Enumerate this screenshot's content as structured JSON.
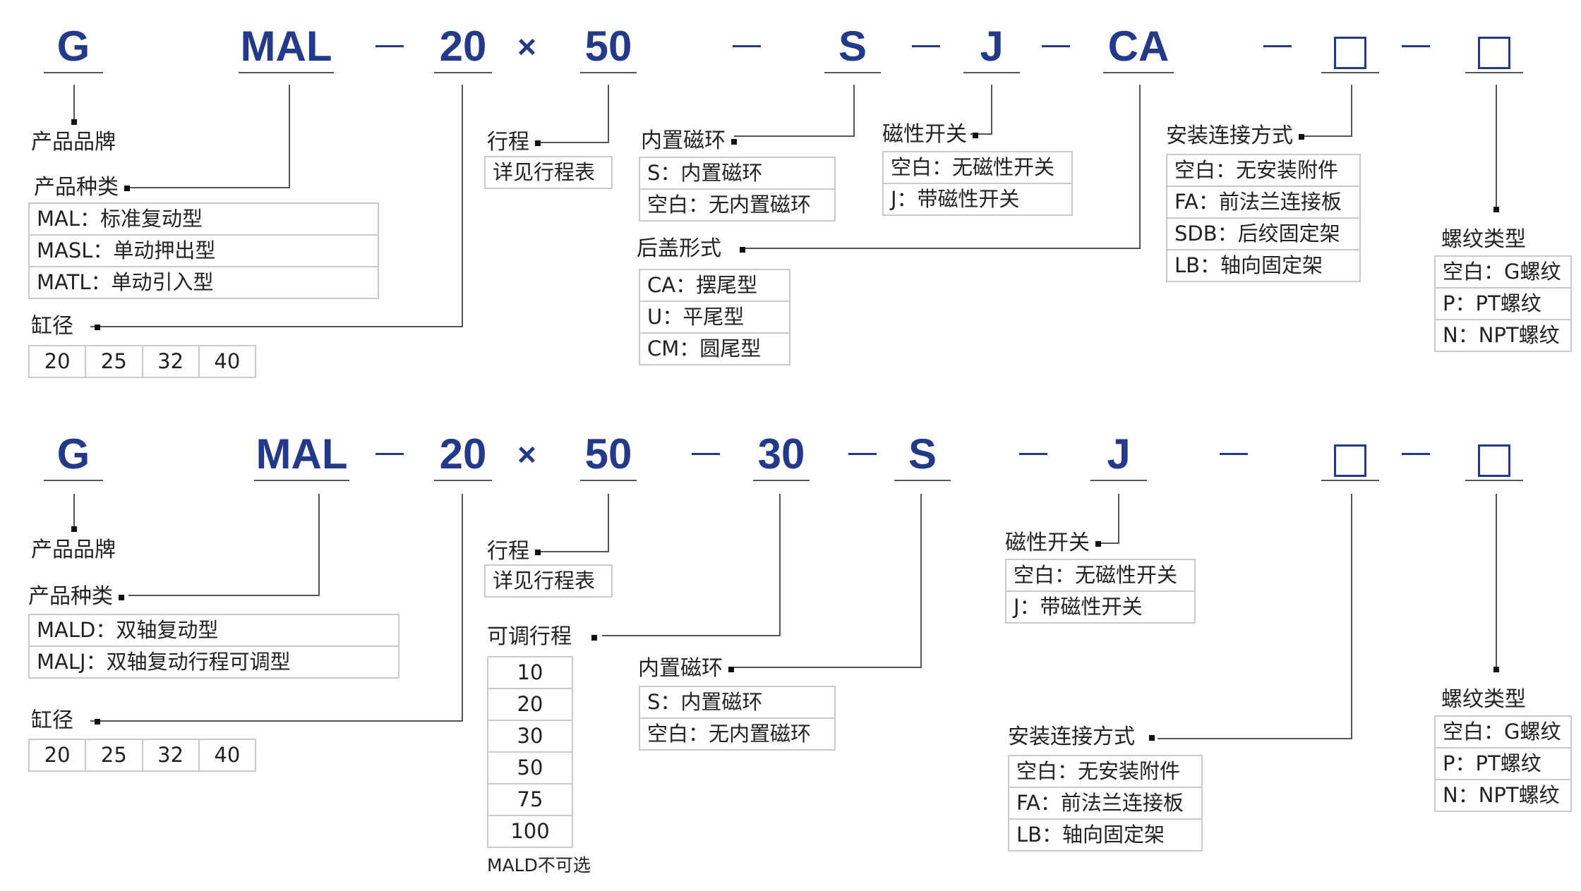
{
  "top": {
    "codes": {
      "brand": "G",
      "series": "MAL",
      "bore": "20",
      "times": "×",
      "stroke": "50",
      "magnet": "S",
      "switch": "J",
      "rear": "CA"
    },
    "labels": {
      "brand": "产品品牌",
      "type": "产品种类",
      "bore": "缸径",
      "stroke": "行程",
      "magnet": "内置磁环",
      "rear": "后盖形式",
      "switch": "磁性开关",
      "mount": "安装连接方式",
      "thread": "螺纹类型"
    },
    "type_rows": [
      "MAL：标准复动型",
      "MASL：单动押出型",
      "MATL：单动引入型"
    ],
    "bore_values": [
      "20",
      "25",
      "32",
      "40"
    ],
    "stroke_rows": [
      "详见行程表"
    ],
    "magnet_rows": [
      "S：内置磁环",
      "空白：无内置磁环"
    ],
    "rear_rows": [
      "CA：摆尾型",
      "U：平尾型",
      "CM：圆尾型"
    ],
    "switch_rows": [
      "空白：无磁性开关",
      "J：带磁性开关"
    ],
    "mount_rows": [
      "空白：无安装附件",
      "FA：前法兰连接板",
      "SDB：后绞固定架",
      "LB：轴向固定架"
    ],
    "thread_rows": [
      "空白：G螺纹",
      "P：PT螺纹",
      "N：NPT螺纹"
    ]
  },
  "bottom": {
    "codes": {
      "brand": "G",
      "series": "MAL",
      "bore": "20",
      "times": "×",
      "stroke": "50",
      "adjust": "30",
      "magnet": "S",
      "switch": "J"
    },
    "labels": {
      "brand": "产品品牌",
      "type": "产品种类",
      "bore": "缸径",
      "stroke": "行程",
      "adjust": "可调行程",
      "magnet": "内置磁环",
      "switch": "磁性开关",
      "mount": "安装连接方式",
      "thread": "螺纹类型"
    },
    "type_rows": [
      "MALD：双轴复动型",
      "MALJ：双轴复动行程可调型"
    ],
    "bore_values": [
      "20",
      "25",
      "32",
      "40"
    ],
    "stroke_rows": [
      "详见行程表"
    ],
    "adjust_values": [
      "10",
      "20",
      "30",
      "50",
      "75",
      "100"
    ],
    "adjust_note": "MALD不可选",
    "magnet_rows": [
      "S：内置磁环",
      "空白：无内置磁环"
    ],
    "switch_rows": [
      "空白：无磁性开关",
      "J：带磁性开关"
    ],
    "mount_rows": [
      "空白：无安装附件",
      "FA：前法兰连接板",
      "LB：轴向固定架"
    ],
    "thread_rows": [
      "空白：G螺纹",
      "P：PT螺纹",
      "N：NPT螺纹"
    ]
  },
  "colors": {
    "code": "#233a8a",
    "line": "#555555",
    "border": "#c9c9c9"
  }
}
